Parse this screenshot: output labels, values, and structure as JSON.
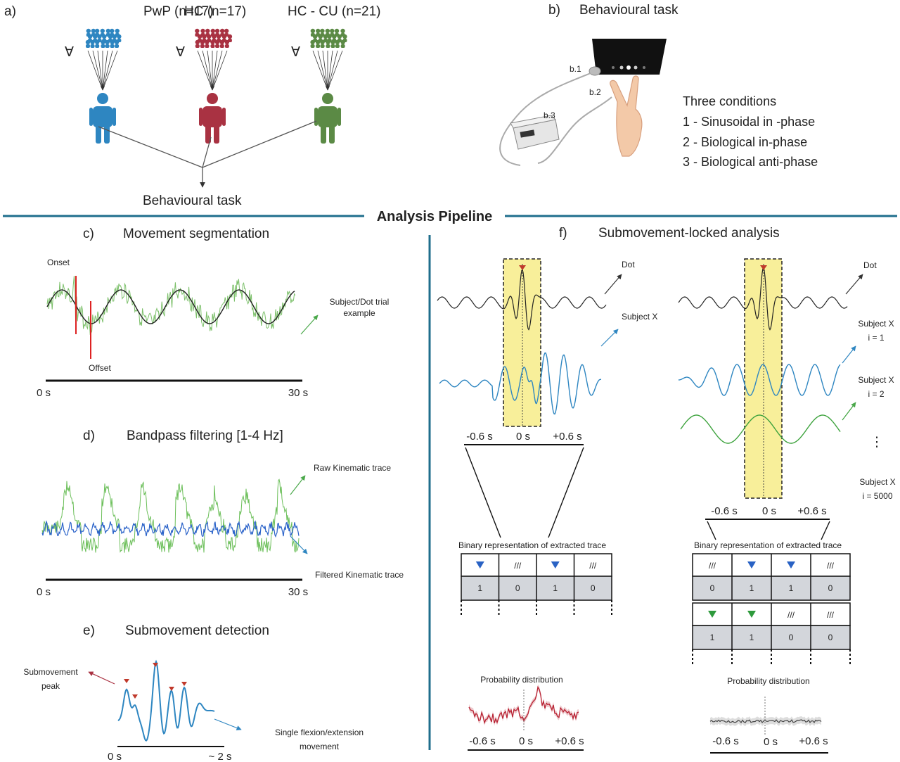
{
  "header": {
    "title": "Analysis Pipeline"
  },
  "panel_a": {
    "label": "a)",
    "groups": [
      {
        "name": "PwP (n=17)",
        "color": "#2e86c1"
      },
      {
        "name": "HC (n=17)",
        "color": "#a93242"
      },
      {
        "name": "HC - CU  (n=21)",
        "color": "#5b8a45"
      }
    ],
    "forall": "∀",
    "task_label": "Behavioural task"
  },
  "panel_b": {
    "label": "b)",
    "title": "Behavioural task",
    "device_labels": [
      "b.1",
      "b.2",
      "b.3"
    ],
    "conditions_title": "Three conditions",
    "conditions": [
      "1 - Sinusoidal in -phase",
      "2 - Biological in-phase",
      "3 - Biological anti-phase"
    ]
  },
  "panel_c": {
    "label": "c)",
    "title": "Movement segmentation",
    "onset": "Onset",
    "offset": "Offset",
    "annotation": [
      "Subject/Dot trial",
      "example"
    ],
    "t_start": "0 s",
    "t_end": "30 s"
  },
  "panel_d": {
    "label": "d)",
    "title": "Bandpass filtering [1-4 Hz]",
    "raw_label": "Raw Kinematic trace",
    "filtered_label": "Filtered Kinematic trace",
    "t_start": "0 s",
    "t_end": "30 s"
  },
  "panel_e": {
    "label": "e)",
    "title": "Submovement detection",
    "peak_label": [
      "Submovement",
      "peak"
    ],
    "movement_label": [
      "Single flexion/extension",
      "movement"
    ],
    "t_start": "0 s",
    "t_end": "~ 2 s"
  },
  "panel_f": {
    "label": "f)",
    "title": "Submovement-locked analysis",
    "left": {
      "dot": "Dot",
      "subject": "Subject X",
      "ticks": [
        "-0.6 s",
        "0 s",
        "+0.6 s"
      ],
      "binary_title": "Binary representation of extracted trace",
      "row_symbols": [
        "▼",
        "///",
        "▼",
        "///"
      ],
      "row_values": [
        "1",
        "0",
        "1",
        "0"
      ],
      "prob_title": "Probability distribution",
      "prob_ticks": [
        "-0.6 s",
        "0 s",
        "+0.6 s"
      ]
    },
    "right": {
      "dot": "Dot",
      "subject_1": [
        "Subject X",
        "i = 1"
      ],
      "subject_2": [
        "Subject X",
        "i = 2"
      ],
      "ellipsis": "⋮",
      "subject_n": [
        "Subject X",
        "i = 5000"
      ],
      "ticks": [
        "-0.6 s",
        "0 s",
        "+0.6 s"
      ],
      "binary_title": "Binary representation of extracted trace",
      "row1_symbols": [
        "///",
        "▼",
        "▼",
        "///"
      ],
      "row1_values": [
        "0",
        "1",
        "1",
        "0"
      ],
      "row2_symbols": [
        "▼",
        "▼",
        "///",
        "///"
      ],
      "row2_values": [
        "1",
        "1",
        "0",
        "0"
      ],
      "prob_title": "Probability distribution",
      "prob_ticks": [
        "-0.6 s",
        "0 s",
        "+0.6 s"
      ]
    }
  },
  "colors": {
    "blue": "#2e86c1",
    "red": "#a93242",
    "green": "#5b8a45",
    "light_green": "#7cc06a",
    "yellow": "#f8ef9a",
    "teal": "#1f6e8c",
    "cell_grey": "#d3d6db"
  }
}
